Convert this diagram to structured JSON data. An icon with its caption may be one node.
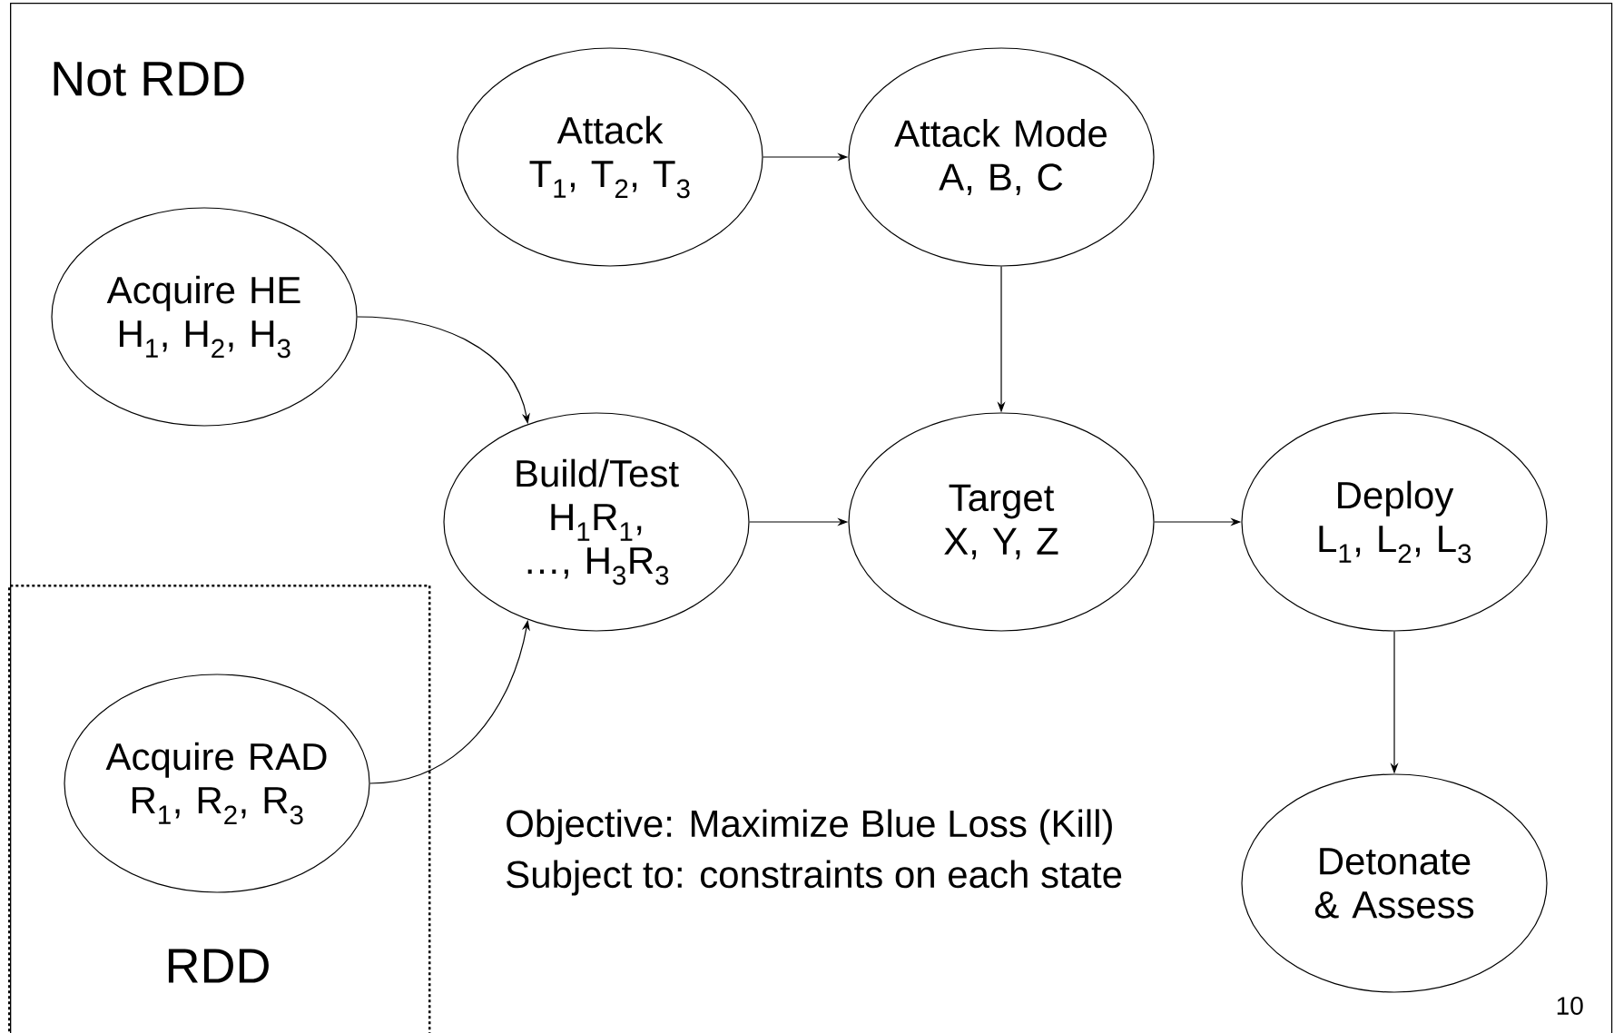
{
  "diagram": {
    "nodes": [
      {
        "text": [
          "Not RDD"
        ]
      },
      {
        "text": [
          "Attack",
          "T$_{1}$, T$_{2}$, T$_{3}$"
        ],
        "in": 0
      },
      {
        "text": [
          "Attack Mode",
          "A, B, C"
        ],
        "in": 0
      },
      {
        "text": [
          "Acquire HE",
          "H$_{1}$, H$_{2}$, H$_{3}$"
        ],
        "in": 0
      },
      {
        "text": [
          "Build/Test",
          "H$_{1}$R$_{1}$, …, H$_{3}$R$_{3}$"
        ],
        "in": 0
      },
      {
        "text": [
          "Target",
          "X, Y, Z"
        ],
        "in": 0
      },
      {
        "text": [
          "Deploy",
          "L$_{1}$, L$_{2}$, L$_{3}$"
        ],
        "in": 0
      },
      {
        "text": [
          "RDD"
        ],
        "in": 0
      },
      {
        "text": [
          "Acquire RAD",
          "R$_{1}$, R$_{2}$, R$_{3}$"
        ],
        "in": 7
      },
      {
        "text": [
          "Detonate & Assess"
        ],
        "in": 0
      }
    ],
    "edges": [
      {
        "from": 1,
        "to": 2,
        "arrow": "to"
      },
      {
        "from": 2,
        "to": 5,
        "arrow": "to"
      },
      {
        "from": 3,
        "to": 4,
        "arrow": "to"
      },
      {
        "from": 8,
        "to": 4,
        "arrow": "to"
      },
      {
        "from": 4,
        "to": 5,
        "arrow": "to"
      },
      {
        "from": 5,
        "to": 6,
        "arrow": "to"
      },
      {
        "from": 6,
        "to": 9,
        "arrow": "to"
      }
    ],
    "labels": [
      "Objective:  Maximize Blue Loss (Kill)",
      "Subject to: constraints on each state",
      "10"
    ]
  }
}
